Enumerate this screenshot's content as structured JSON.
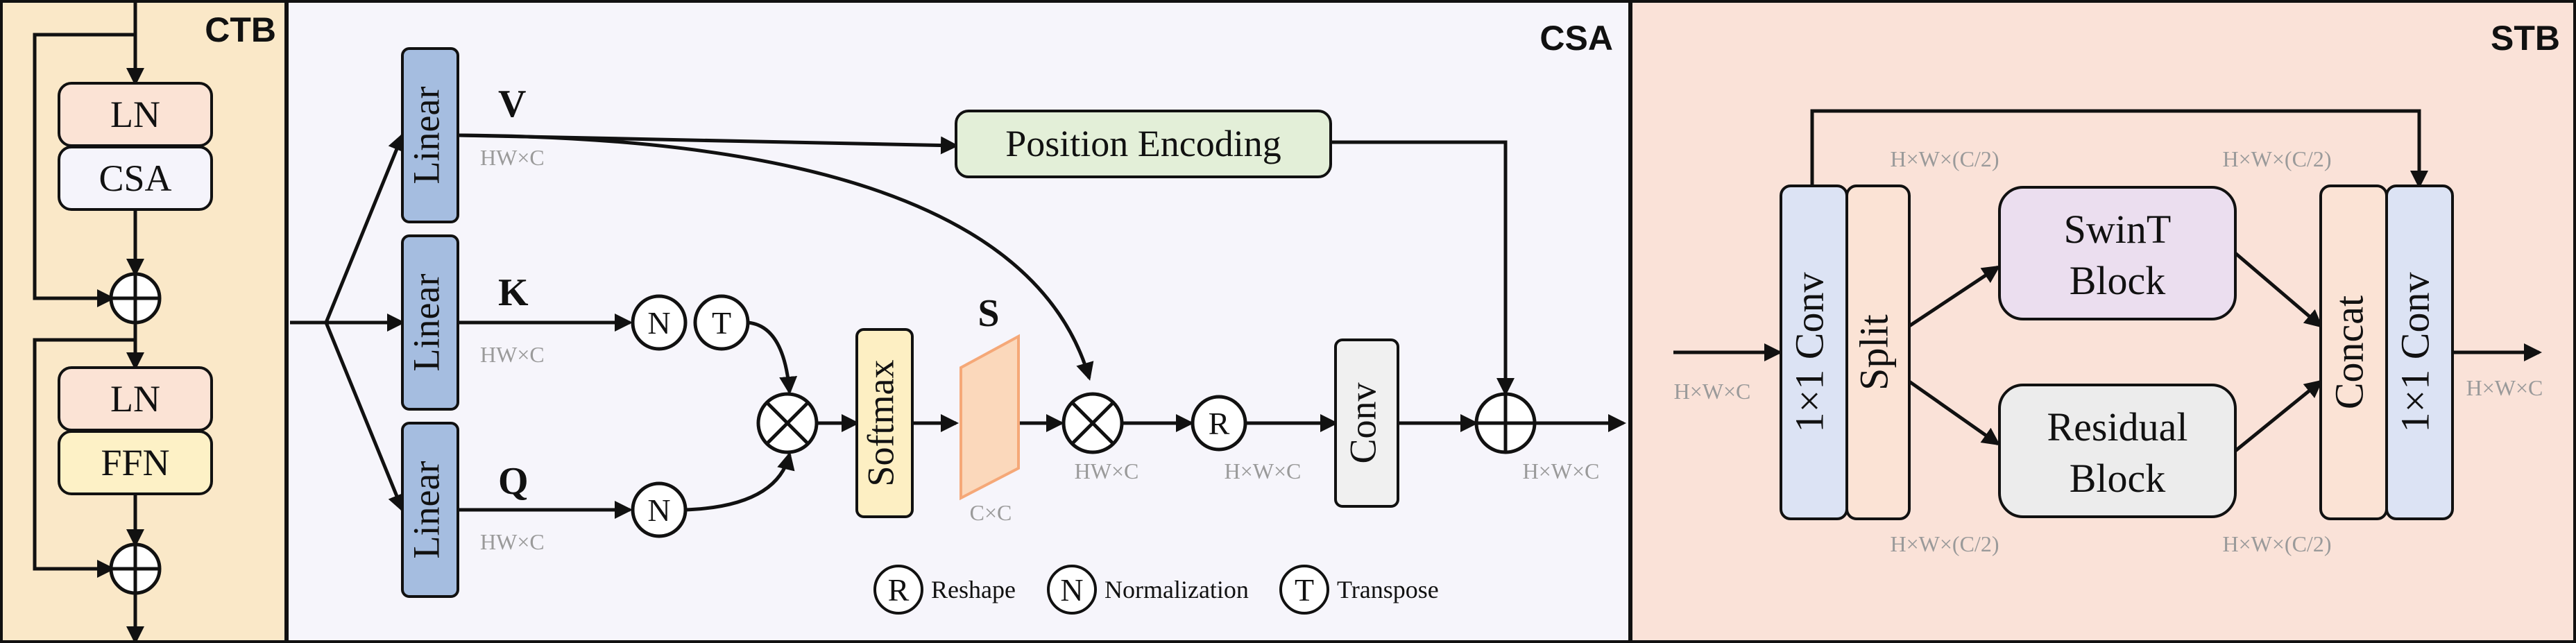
{
  "panels": {
    "ctb": {
      "title": "CTB",
      "bg": "#fae8c8"
    },
    "csa": {
      "title": "CSA",
      "bg": "#f6f5fb"
    },
    "stb": {
      "title": "STB",
      "bg": "#fae2d8"
    }
  },
  "ctb": {
    "ln1": "LN",
    "csa": "CSA",
    "ln2": "LN",
    "ffn": "FFN"
  },
  "csa": {
    "linear_v": "Linear",
    "linear_k": "Linear",
    "linear_q": "Linear",
    "var_v": "V",
    "var_k": "K",
    "var_q": "Q",
    "var_s": "S",
    "dim_v": "HW×C",
    "dim_k": "HW×C",
    "dim_q": "HW×C",
    "position_encoding": "Position Encoding",
    "softmax": "Softmax",
    "dim_s": "C×C",
    "dim_after_mult": "HW×C",
    "dim_after_reshape": "H×W×C",
    "conv": "Conv",
    "dim_output": "H×W×C",
    "circle_n": "N",
    "circle_t": "T",
    "circle_r": "R",
    "legend": {
      "r_letter": "R",
      "r_label": "Reshape",
      "n_letter": "N",
      "n_label": "Normalization",
      "t_letter": "T",
      "t_label": "Transpose"
    }
  },
  "stb": {
    "conv1": "1×1 Conv",
    "split": "Split",
    "swint": [
      "SwinT",
      "Block"
    ],
    "residual": [
      "Residual",
      "Block"
    ],
    "concat": "Concat",
    "conv2": "1×1 Conv",
    "dim_input": "H×W×C",
    "dim_output": "H×W×C",
    "dim_top_left": "H×W×(C/2)",
    "dim_top_right": "H×W×(C/2)",
    "dim_bottom_left": "H×W×(C/2)",
    "dim_bottom_right": "H×W×(C/2)"
  },
  "colors": {
    "ln": "#fbe3d5",
    "csa_block": "#f5f4fb",
    "ffn": "#fdf1c6",
    "linear": "#a5bde0",
    "position_encoding": "#e3efd8",
    "softmax": "#fdefc3",
    "s_matrix": "#fbd8bb",
    "conv": "#f0f0f0",
    "conv_1x1": "#dce3f4",
    "split": "#fbe3d5",
    "swint": "#ebdeef",
    "residual": "#ececec",
    "concat": "#fbe3d5"
  }
}
